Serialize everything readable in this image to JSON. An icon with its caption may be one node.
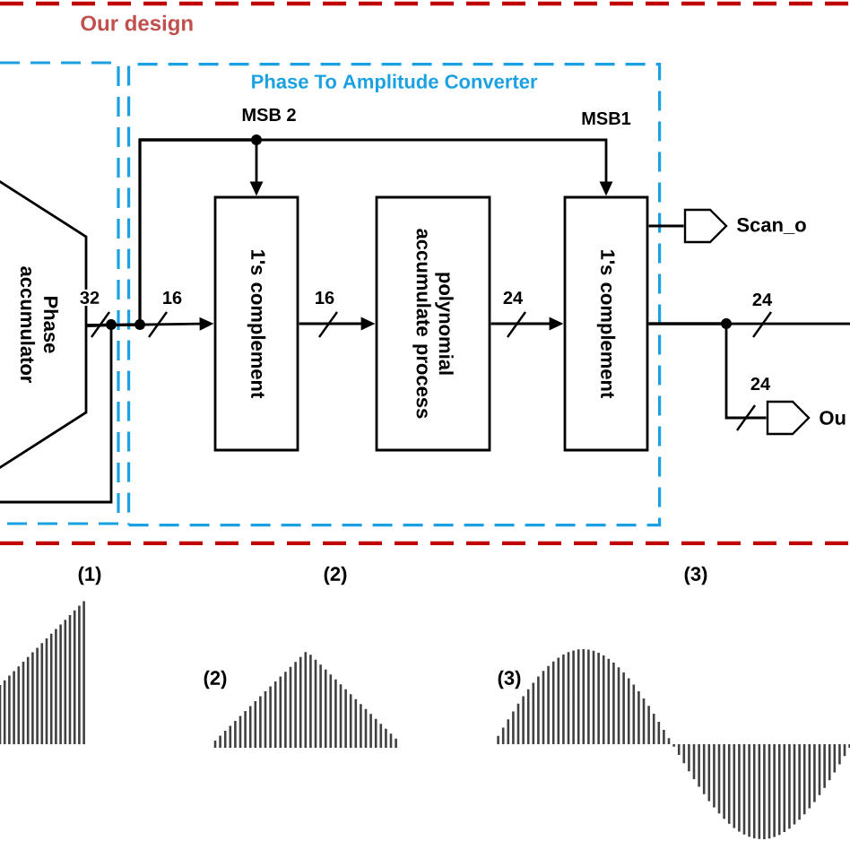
{
  "diagram": {
    "nodes": [
      {
        "text": [
          "Phase To Amplitude Converter"
        ]
      },
      {
        "text": [
          "Phase accumulator"
        ]
      },
      {
        "text": [
          "1's complement"
        ],
        "in": 0
      },
      {
        "text": [
          "polynomial accumulate process"
        ],
        "in": 0
      },
      {
        "text": [
          "1's complement"
        ],
        "in": 0
      },
      {
        "text": [],
        "shape": "pentagon",
        "beside": [
          "Scan_o"
        ]
      },
      {
        "text": [],
        "shape": "pentagon",
        "beside": [
          "Ou"
        ]
      }
    ],
    "edges": [
      {
        "from": 1,
        "to": 2,
        "arrow": "to",
        "label": "16"
      },
      {
        "from": 1,
        "to": 2,
        "arrow": "to",
        "label": "MSB 2"
      },
      {
        "from": 1,
        "to": 4,
        "arrow": "to",
        "label": "MSB1"
      },
      {
        "from": 2,
        "to": 3,
        "arrow": "to",
        "label": "16"
      },
      {
        "from": 3,
        "to": 4,
        "arrow": "to",
        "label": "24"
      },
      {
        "from": 4,
        "to": null,
        "arrow": "none",
        "label": "24"
      },
      {
        "from": 4,
        "to": 6,
        "arrow": "none",
        "label": "24"
      },
      {
        "from": 4,
        "to": 5,
        "arrow": "none"
      },
      {
        "from": 1,
        "to": null,
        "arrow": "none"
      }
    ],
    "labels": [
      "Our design",
      "32",
      "(1)",
      "(2)",
      "(3)",
      "(2)",
      "(3)"
    ]
  }
}
